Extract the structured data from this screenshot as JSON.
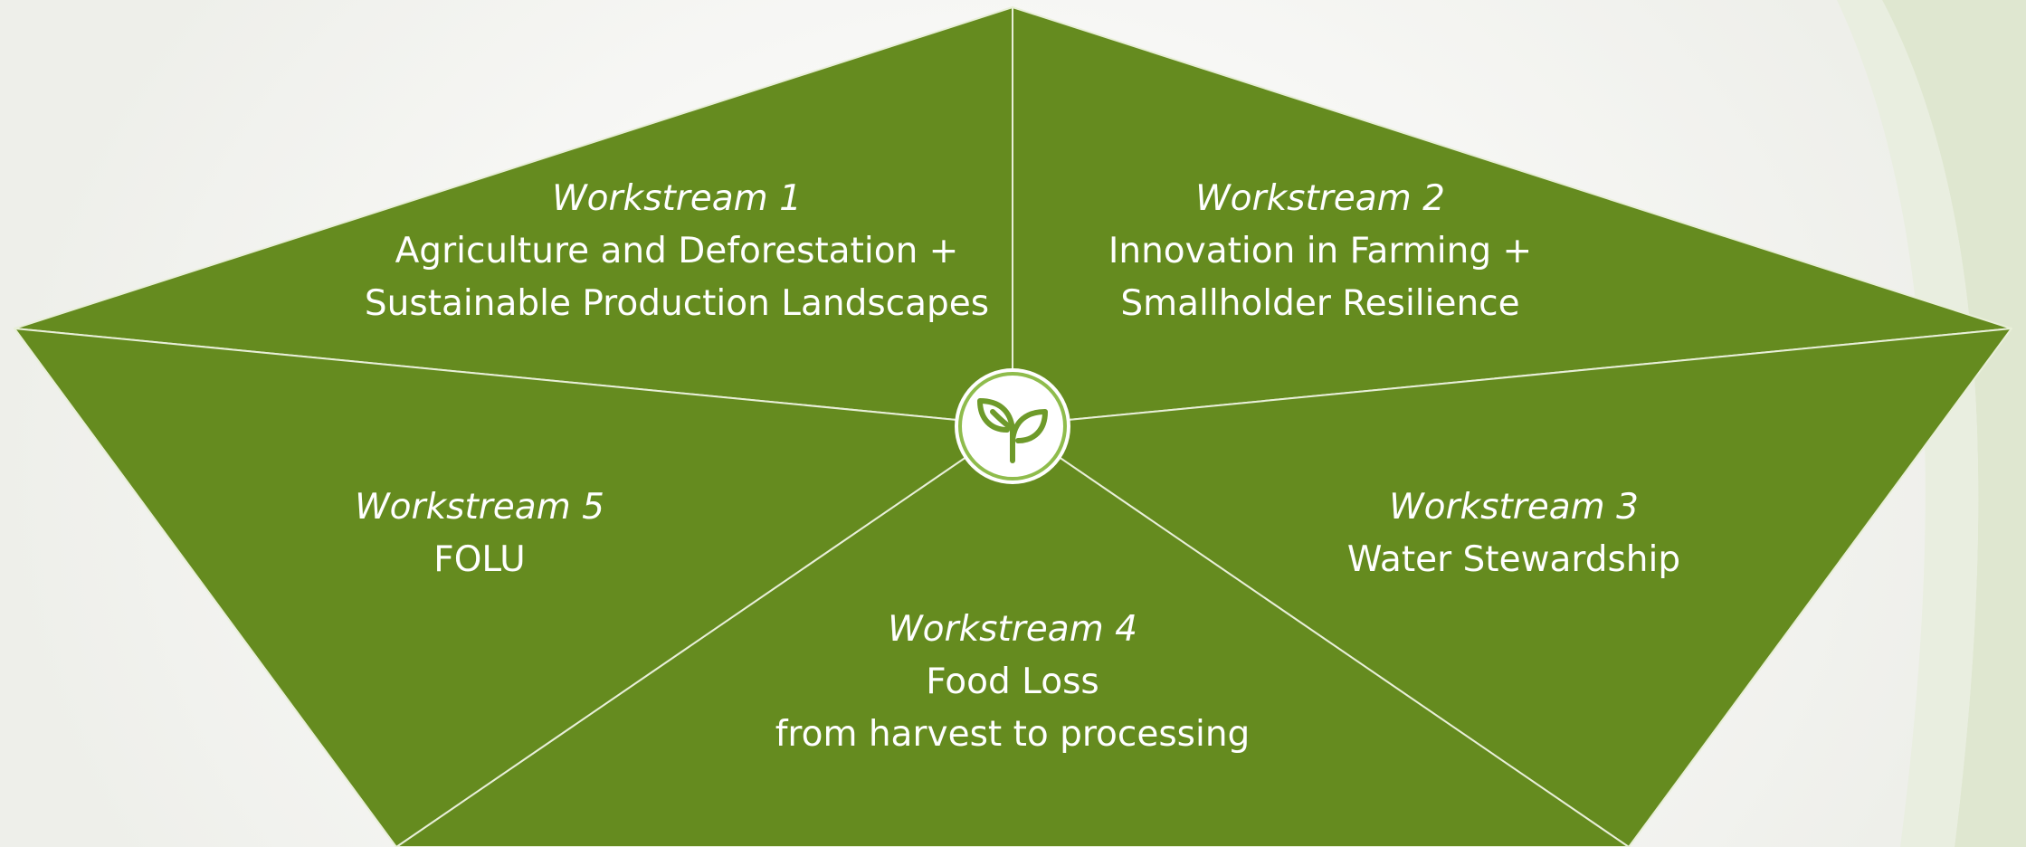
{
  "colors": {
    "segment_fill": "#658b1f",
    "divider": "#e8efd8",
    "text": "#ffffff",
    "hub_ring": "#8fbc4c",
    "background_arc": "#dde6cc"
  },
  "hub": {
    "icon": "sprout-icon"
  },
  "segments": [
    {
      "workstream": "Workstream 1",
      "lines": [
        "Agriculture and Deforestation +",
        "Sustainable Production  Landscapes"
      ]
    },
    {
      "workstream": "Workstream 2",
      "lines": [
        "Innovation in Farming +",
        "Smallholder Resilience"
      ]
    },
    {
      "workstream": "Workstream 3",
      "lines": [
        "Water Stewardship"
      ]
    },
    {
      "workstream": "Workstream 4",
      "lines": [
        "Food Loss",
        "from harvest to processing"
      ]
    },
    {
      "workstream": "Workstream 5",
      "lines": [
        "FOLU"
      ]
    }
  ]
}
